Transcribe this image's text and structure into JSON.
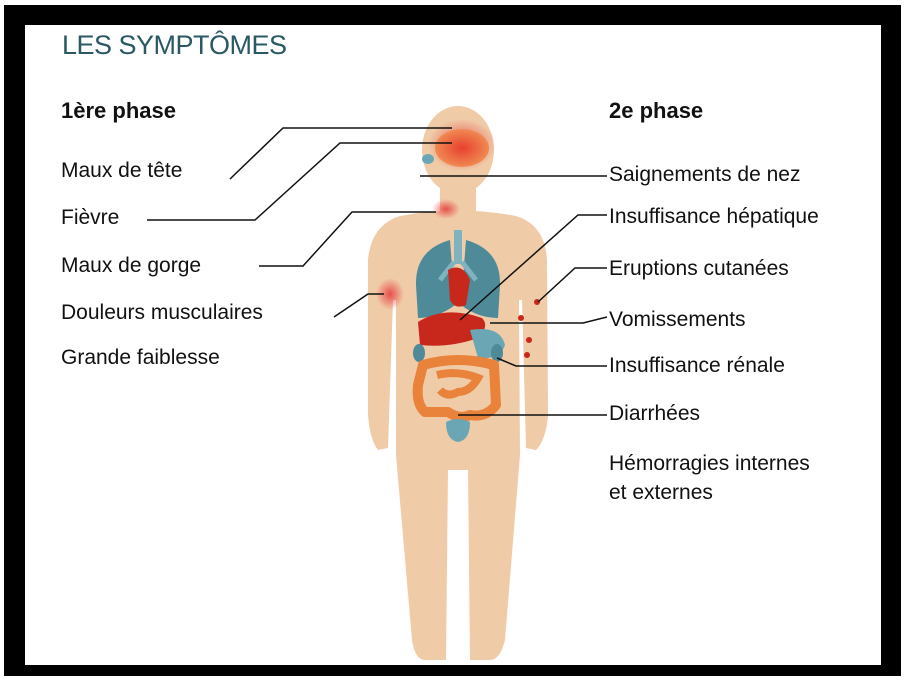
{
  "title": "LES SYMPTÔMES",
  "phase1": {
    "heading": "1ère phase",
    "symptoms": [
      "Maux de tête",
      "Fièvre",
      "Maux de gorge",
      "Douleurs musculaires",
      "Grande faiblesse"
    ]
  },
  "phase2": {
    "heading": "2e phase",
    "symptoms": [
      "Saignements de nez",
      "Insuffisance hépatique",
      "Eruptions cutanées",
      "Vomissements",
      "Insuffisance rénale",
      "Diarrhées",
      "Hémorragies internes",
      "et externes"
    ]
  },
  "colors": {
    "title": "#2a5863",
    "skin": "#f0cba8",
    "lungs": "#4f8a98",
    "liver": "#c8281c",
    "intestine": "#e9823a",
    "inflammation": "#e53a3a"
  }
}
